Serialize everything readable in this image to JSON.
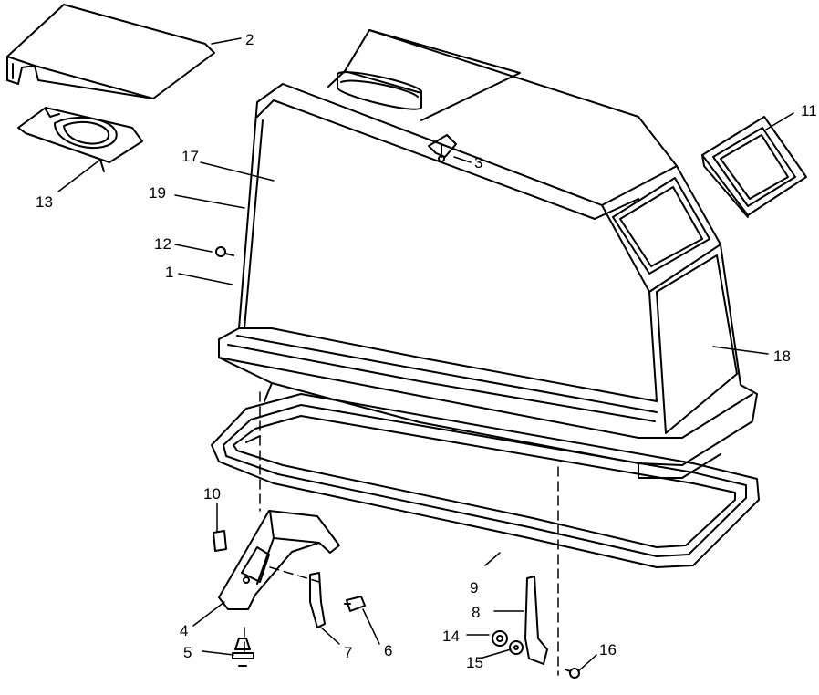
{
  "diagram": {
    "parts": [
      {
        "id": "p1",
        "number": "1"
      },
      {
        "id": "p2",
        "number": "2"
      },
      {
        "id": "p3",
        "number": "3"
      },
      {
        "id": "p4",
        "number": "4"
      },
      {
        "id": "p5",
        "number": "5"
      },
      {
        "id": "p6",
        "number": "6"
      },
      {
        "id": "p7",
        "number": "7"
      },
      {
        "id": "p8",
        "number": "8"
      },
      {
        "id": "p9",
        "number": "9"
      },
      {
        "id": "p10",
        "number": "10"
      },
      {
        "id": "p11",
        "number": "11"
      },
      {
        "id": "p12",
        "number": "12"
      },
      {
        "id": "p13",
        "number": "13"
      },
      {
        "id": "p14",
        "number": "14"
      },
      {
        "id": "p15",
        "number": "15"
      },
      {
        "id": "p16",
        "number": "16"
      },
      {
        "id": "p17",
        "number": "17"
      },
      {
        "id": "p18",
        "number": "18"
      },
      {
        "id": "p19",
        "number": "19"
      }
    ]
  }
}
